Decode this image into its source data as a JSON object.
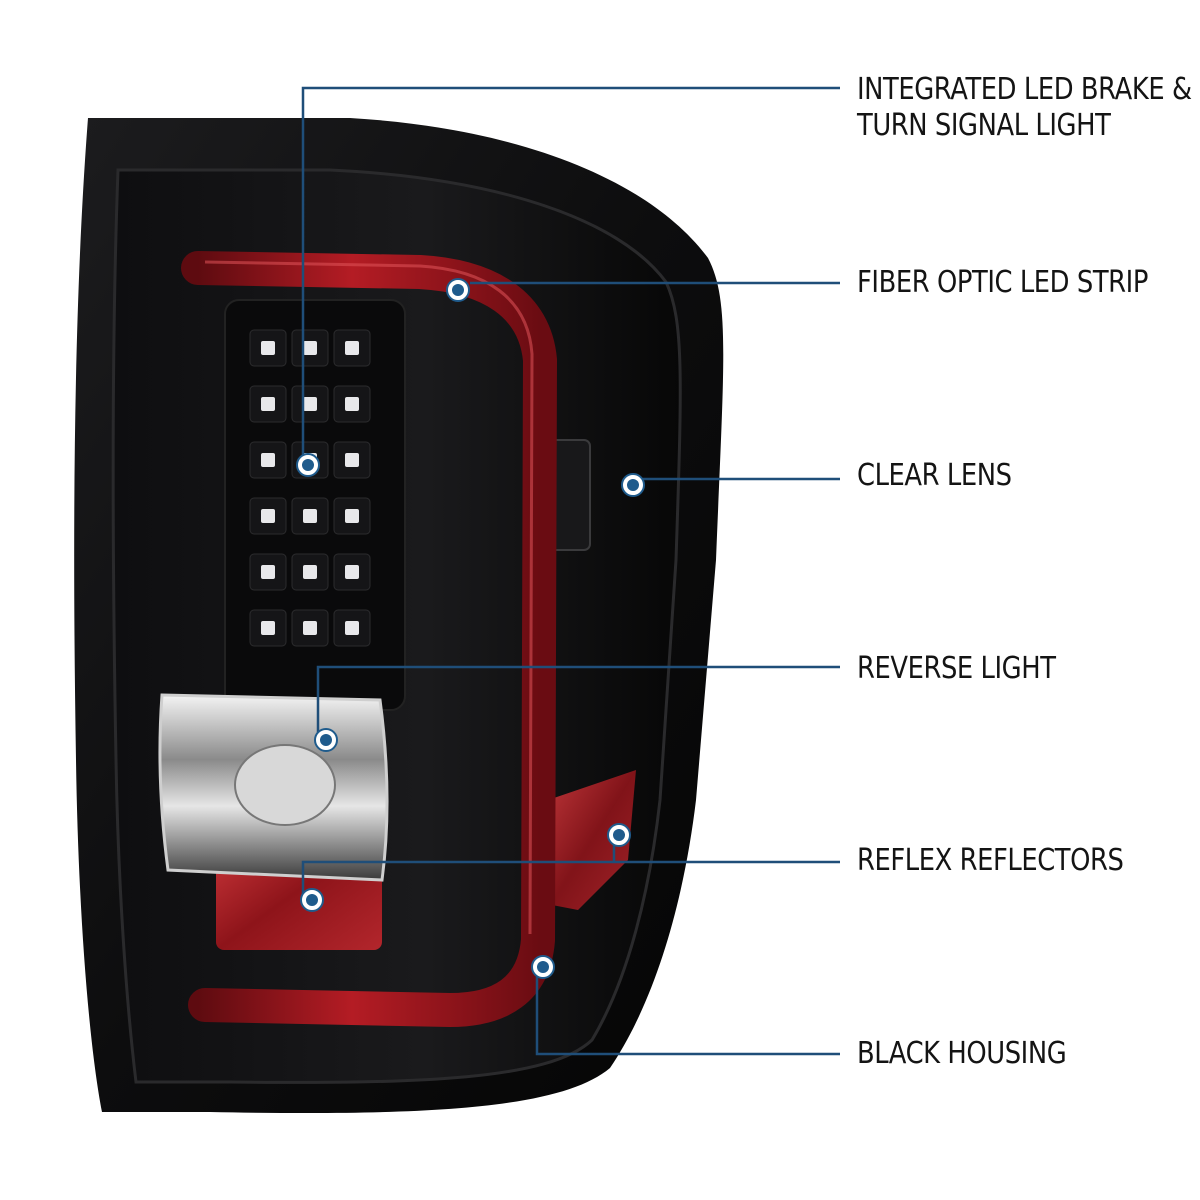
{
  "product": {
    "name": "LED tail light",
    "housing_color": "#0b0b0c",
    "strip_color": "#9c141c"
  },
  "callouts": [
    {
      "id": "brake-turn",
      "lines": [
        "INTEGRATED LED BRAKE &",
        "TURN SIGNAL LIGHT"
      ]
    },
    {
      "id": "fiber-strip",
      "lines": [
        "FIBER OPTIC LED STRIP"
      ]
    },
    {
      "id": "clear-lens",
      "lines": [
        "CLEAR LENS"
      ]
    },
    {
      "id": "reverse-light",
      "lines": [
        "REVERSE LIGHT"
      ]
    },
    {
      "id": "reflex-reflectors",
      "lines": [
        "REFLEX REFLECTORS"
      ]
    },
    {
      "id": "black-housing",
      "lines": [
        "BLACK HOUSING"
      ]
    }
  ],
  "style": {
    "leader_color": "#1f4e79",
    "dot_color": "#1f5b8c",
    "text_color": "#141414"
  }
}
